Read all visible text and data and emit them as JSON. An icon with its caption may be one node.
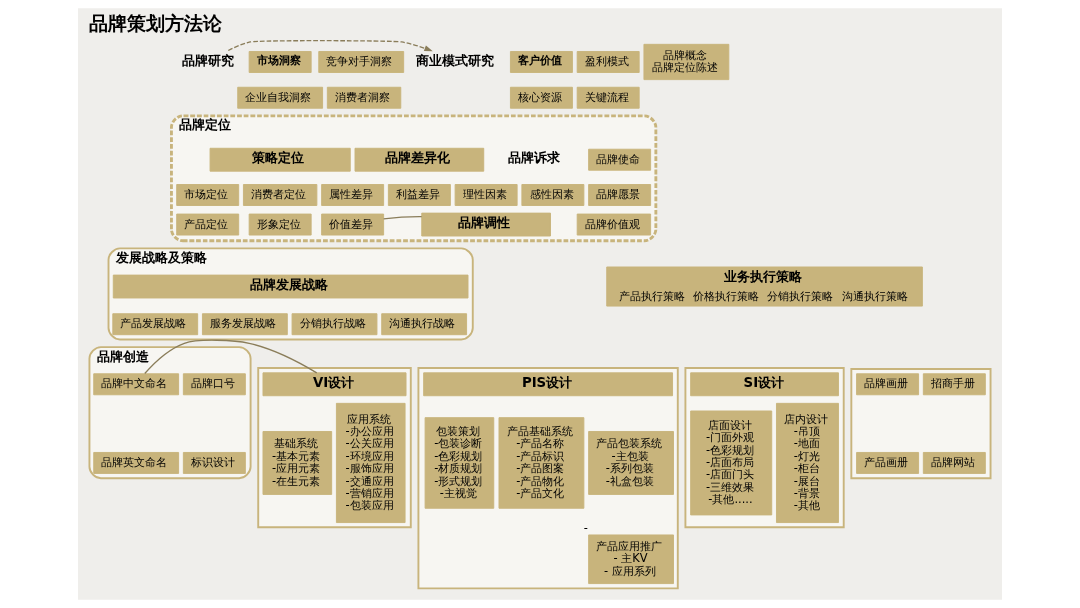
{
  "diagram": {
    "title": "品牌策划方法论",
    "nodes": [
      {
        "text": [
          "品牌研究"
        ]
      },
      {
        "text": [
          "市场洞察"
        ]
      },
      {
        "text": [
          "竞争对手洞察"
        ]
      },
      {
        "text": [
          "企业自我洞察"
        ]
      },
      {
        "text": [
          "消费者洞察"
        ]
      },
      {
        "text": [
          "商业模式研究"
        ]
      },
      {
        "text": [
          "客户价值"
        ]
      },
      {
        "text": [
          "盈利模式"
        ]
      },
      {
        "text": [
          "核心资源"
        ]
      },
      {
        "text": [
          "关键流程"
        ]
      },
      {
        "text": [
          "品牌概念",
          "品牌定位陈述"
        ]
      },
      {
        "text": [
          "品牌定位"
        ]
      },
      {
        "text": [
          "策略定位"
        ],
        "in": 11
      },
      {
        "text": [
          "市场定位"
        ],
        "in": 11
      },
      {
        "text": [
          "消费者定位"
        ],
        "in": 11
      },
      {
        "text": [
          "产品定位"
        ],
        "in": 11
      },
      {
        "text": [
          "形象定位"
        ],
        "in": 11
      },
      {
        "text": [
          "品牌差异化"
        ],
        "in": 11
      },
      {
        "text": [
          "属性差异"
        ],
        "in": 11
      },
      {
        "text": [
          "利益差异"
        ],
        "in": 11
      },
      {
        "text": [
          "价值差异"
        ],
        "in": 11
      },
      {
        "text": [
          "理性因素"
        ],
        "in": 11
      },
      {
        "text": [
          "感性因素"
        ],
        "in": 11
      },
      {
        "text": [
          "品牌调性"
        ],
        "in": 11
      },
      {
        "text": [
          "品牌使命"
        ],
        "in": 11
      },
      {
        "text": [
          "品牌愿景"
        ],
        "in": 11
      },
      {
        "text": [
          "品牌价值观"
        ],
        "in": 11
      },
      {
        "text": [
          "发展战略及策略"
        ]
      },
      {
        "text": [
          "品牌发展战略"
        ],
        "in": 27
      },
      {
        "text": [
          "产品发展战略"
        ],
        "in": 27
      },
      {
        "text": [
          "服务发展战略"
        ],
        "in": 27
      },
      {
        "text": [
          "分销执行战略"
        ],
        "in": 27
      },
      {
        "text": [
          "沟通执行战略"
        ],
        "in": 27
      },
      {
        "text": [
          "业务执行策略",
          "产品执行策略",
          "价格执行策略",
          "分销执行策略",
          "沟通执行策略"
        ]
      },
      {
        "text": [
          "品牌创造"
        ]
      },
      {
        "text": [
          "品牌中文命名"
        ],
        "in": 34
      },
      {
        "text": [
          "品牌口号"
        ],
        "in": 34
      },
      {
        "text": [
          "品牌英文命名"
        ],
        "in": 34
      },
      {
        "text": [
          "标识设计"
        ],
        "in": 34
      },
      {
        "text": [],
        "shape": "box"
      },
      {
        "text": [
          "VI设计"
        ],
        "in": 39
      },
      {
        "text": [
          "基础系统",
          "-基本元素",
          "-应用元素",
          "-在生元素"
        ],
        "in": 39
      },
      {
        "text": [
          "应用系统",
          "-办公应用",
          "-公关应用",
          "-环境应用",
          "-服饰应用",
          "-交通应用",
          "-营销应用",
          "-包装应用"
        ],
        "in": 39
      },
      {
        "text": [],
        "shape": "box"
      },
      {
        "text": [
          "PIS设计"
        ],
        "in": 43
      },
      {
        "text": [
          "包装策划",
          "-包装诊断",
          "-色彩规划",
          "-材质规划",
          "-形式规划",
          "-主视觉"
        ],
        "in": 43
      },
      {
        "text": [
          "产品基础系统",
          "-产品名称",
          "-产品标识",
          "-产品图案",
          "-产品物化",
          "-产品文化"
        ],
        "in": 43
      },
      {
        "text": [
          "产品包装系统",
          "-主包装",
          "-系列包装",
          "-礼盒包装"
        ],
        "in": 43
      },
      {
        "text": [
          "产品应用推广",
          "- 主KV",
          "- 应用系列"
        ],
        "beside": [
          "-"
        ],
        "in": 43
      },
      {
        "text": [],
        "shape": "box"
      },
      {
        "text": [
          "SI设计"
        ],
        "in": 49
      },
      {
        "text": [
          "店面设计",
          "-门面外观",
          "-色彩规划",
          "-店面布局",
          "-店面门头",
          "-三维效果",
          "-其他....."
        ],
        "in": 49
      },
      {
        "text": [
          "店内设计",
          "-吊顶",
          "-地面",
          "-灯光",
          "-柜台",
          "-展台",
          "-背景",
          "-其他"
        ],
        "in": 49
      },
      {
        "text": [],
        "shape": "box"
      },
      {
        "text": [
          "品牌画册"
        ],
        "in": 53
      },
      {
        "text": [
          "招商手册"
        ],
        "in": 53
      },
      {
        "text": [
          "产品画册"
        ],
        "in": 53
      },
      {
        "text": [
          "品牌网站"
        ],
        "in": 53
      }
    ],
    "edges": [
      {
        "from": 0,
        "to": 5,
        "arrow": "to",
        "style": "dashed"
      },
      {
        "from": 20,
        "to": 23,
        "arrow": "none"
      },
      {
        "from": 35,
        "to": 40,
        "arrow": "none"
      }
    ],
    "labels": [
      "品牌诉求"
    ]
  }
}
